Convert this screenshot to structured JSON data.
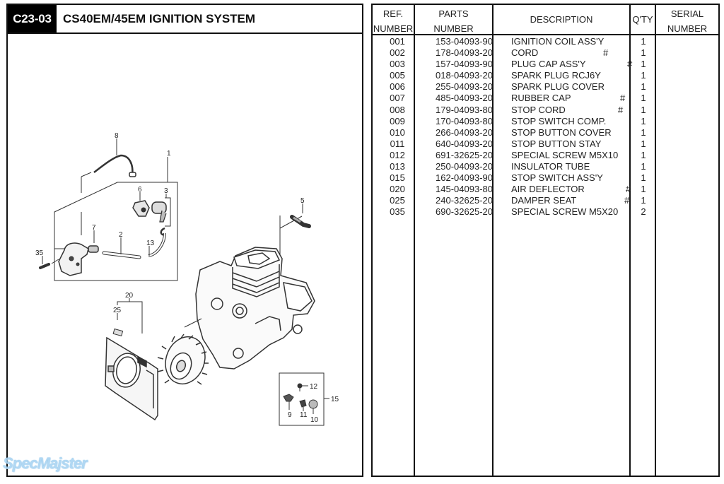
{
  "header": {
    "section_code": "C23-03",
    "title": "CS40EM/45EM IGNITION SYSTEM"
  },
  "table": {
    "columns": {
      "ref": [
        "REF.",
        "NUMBER"
      ],
      "parts": [
        "PARTS",
        "NUMBER"
      ],
      "description": "DESCRIPTION",
      "qty": "Q'TY",
      "serial": [
        "SERIAL",
        "NUMBER"
      ]
    },
    "rows": [
      {
        "ref": "001",
        "part": "153-04093-90",
        "desc": "IGNITION COIL ASS'Y",
        "mark": "",
        "qty": "1"
      },
      {
        "ref": "002",
        "part": "178-04093-20",
        "desc": "CORD",
        "mark": "#",
        "qty": "1"
      },
      {
        "ref": "003",
        "part": "157-04093-90",
        "desc": "PLUG CAP ASS'Y",
        "mark": "#",
        "qty": "1"
      },
      {
        "ref": "005",
        "part": "018-04093-20",
        "desc": "SPARK PLUG RCJ6Y",
        "mark": "",
        "qty": "1"
      },
      {
        "ref": "006",
        "part": "255-04093-20",
        "desc": "SPARK PLUG COVER",
        "mark": "",
        "qty": "1"
      },
      {
        "ref": "007",
        "part": "485-04093-20",
        "desc": "RUBBER CAP",
        "mark": "#",
        "qty": "1"
      },
      {
        "ref": "008",
        "part": "179-04093-80",
        "desc": "STOP CORD",
        "mark": "#",
        "qty": "1"
      },
      {
        "ref": "009",
        "part": "170-04093-80",
        "desc": "STOP SWITCH COMP.",
        "mark": "",
        "qty": "1"
      },
      {
        "ref": "010",
        "part": "266-04093-20",
        "desc": "STOP BUTTON COVER",
        "mark": "",
        "qty": "1"
      },
      {
        "ref": "011",
        "part": "640-04093-20",
        "desc": "STOP BUTTON STAY",
        "mark": "",
        "qty": "1"
      },
      {
        "ref": "012",
        "part": "691-32625-20",
        "desc": "SPECIAL SCREW M5X10",
        "mark": "",
        "qty": "1"
      },
      {
        "ref": "013",
        "part": "250-04093-20",
        "desc": "INSULATOR TUBE",
        "mark": "",
        "qty": "1"
      },
      {
        "ref": "015",
        "part": "162-04093-90",
        "desc": "STOP SWITCH ASS'Y",
        "mark": "",
        "qty": "1"
      },
      {
        "ref": "020",
        "part": "145-04093-80",
        "desc": "AIR DEFLECTOR",
        "mark": "#",
        "qty": "1"
      },
      {
        "ref": "025",
        "part": "240-32625-20",
        "desc": "DAMPER SEAT",
        "mark": "#",
        "qty": "1"
      },
      {
        "ref": "035",
        "part": "690-32625-20",
        "desc": "SPECIAL SCREW M5X20",
        "mark": "",
        "qty": "2"
      }
    ]
  },
  "diagram": {
    "callouts": [
      "1",
      "2",
      "3",
      "5",
      "6",
      "7",
      "8",
      "9",
      "10",
      "11",
      "12",
      "13",
      "15",
      "20",
      "25",
      "35"
    ]
  },
  "watermark": "SpecMajster"
}
